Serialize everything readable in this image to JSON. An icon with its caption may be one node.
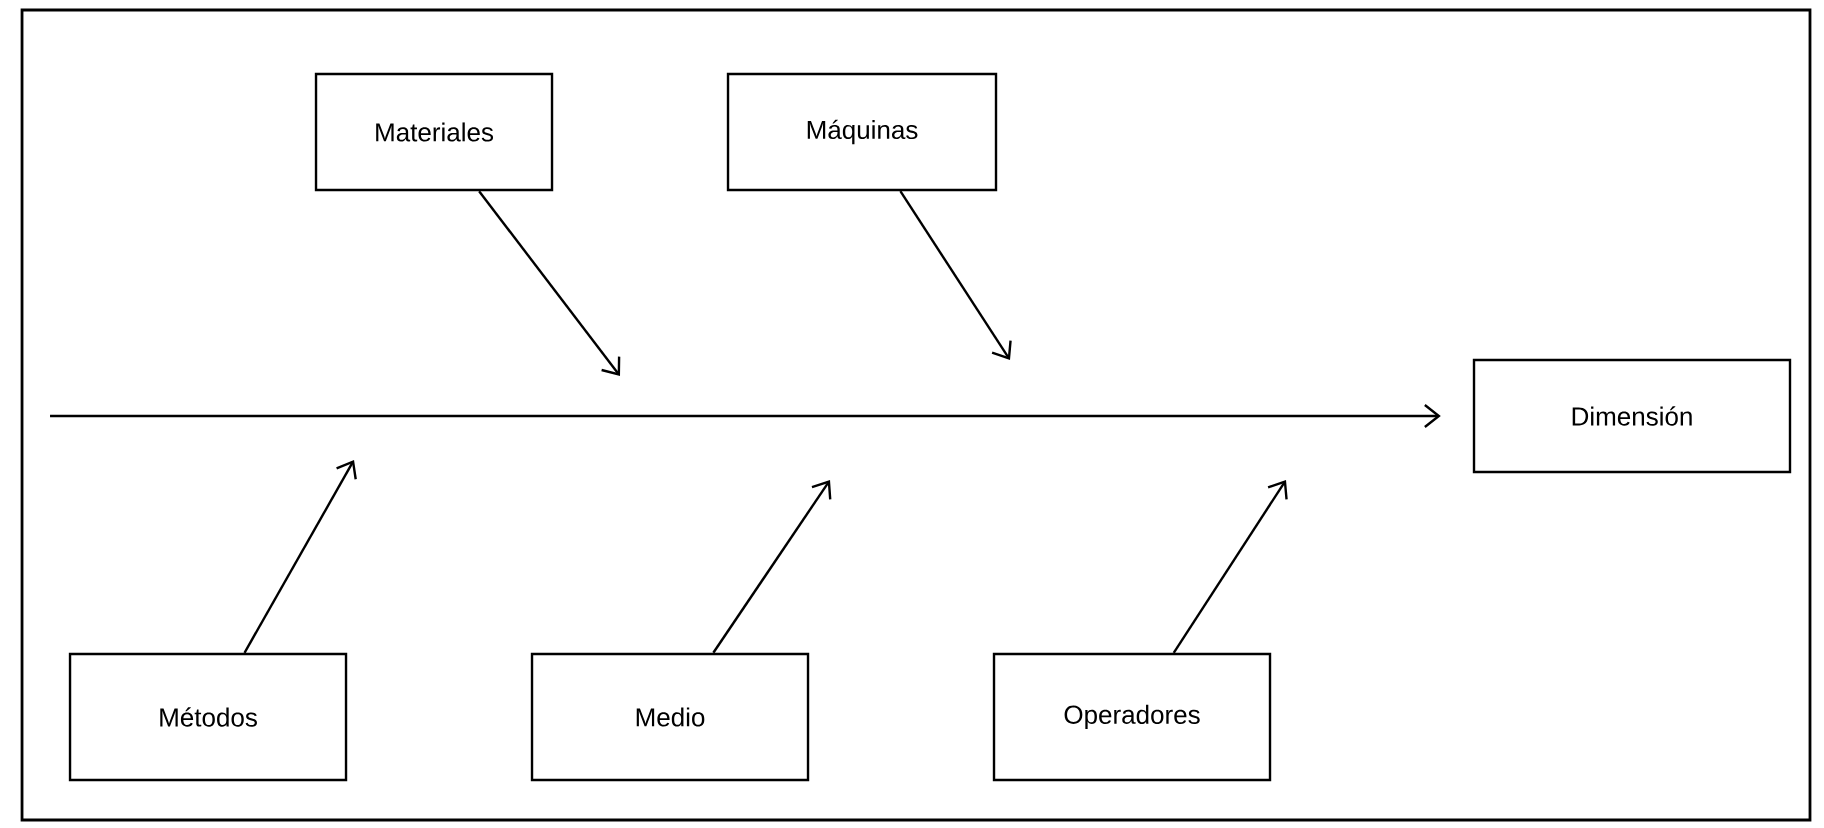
{
  "diagram": {
    "nodes": [
      {
        "text": [
          "Materiales"
        ]
      },
      {
        "text": [
          "Máquinas"
        ]
      },
      {
        "text": [
          "Dimensión"
        ]
      },
      {
        "text": [
          "Métodos"
        ]
      },
      {
        "text": [
          "Medio"
        ]
      },
      {
        "text": [
          "Operadores"
        ]
      }
    ],
    "edges": [
      {
        "from": null,
        "to": 2,
        "arrow": "to"
      },
      {
        "from": 0,
        "to": null,
        "arrow": "to"
      },
      {
        "from": 1,
        "to": null,
        "arrow": "to"
      },
      {
        "from": 3,
        "to": null,
        "arrow": "to"
      },
      {
        "from": 4,
        "to": null,
        "arrow": "to"
      },
      {
        "from": 5,
        "to": null,
        "arrow": "to"
      }
    ]
  }
}
